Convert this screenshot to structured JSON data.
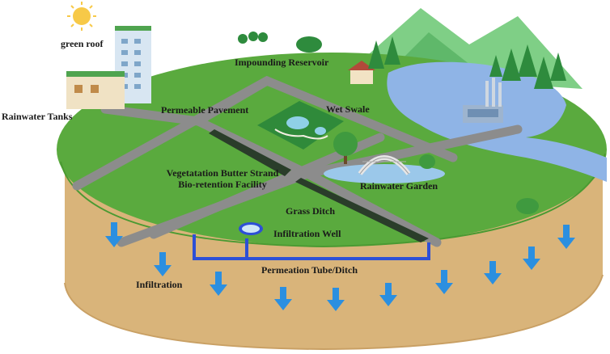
{
  "labels": {
    "green_roof": "green roof",
    "impounding_reservoir": "Impounding Reservoir",
    "rainwater_tanks": "Rainwater Tanks",
    "permeable_pavement": "Permeable Pavement",
    "wet_swale": "Wet Swale",
    "vegetation_strand_line1": "Vegetatation Butter Strand",
    "vegetation_strand_line2": "Bio-retention Facility",
    "rainwater_garden": "Rainwater Garden",
    "grass_ditch": "Grass Ditch",
    "infiltration_well": "Infiltration Well",
    "permeation_tube": "Permeation Tube/Ditch",
    "infiltration": "Infiltration"
  },
  "colors": {
    "ground_top": "#5aaa3e",
    "soil": "#d9b47a",
    "soil_edge": "#c9a064",
    "road": "#8c8c8c",
    "water": "#8fb4e6",
    "pipe": "#2d4fd6",
    "arrow": "#2b8fe0",
    "tree": "#2e8b3d",
    "mountain": "#6abf6a",
    "sun": "#f7c948"
  },
  "icons": [
    "sun-icon",
    "building-icon",
    "house-icon",
    "factory-icon",
    "tree-icon",
    "bridge-icon",
    "well-icon",
    "arrow-down-icon"
  ]
}
